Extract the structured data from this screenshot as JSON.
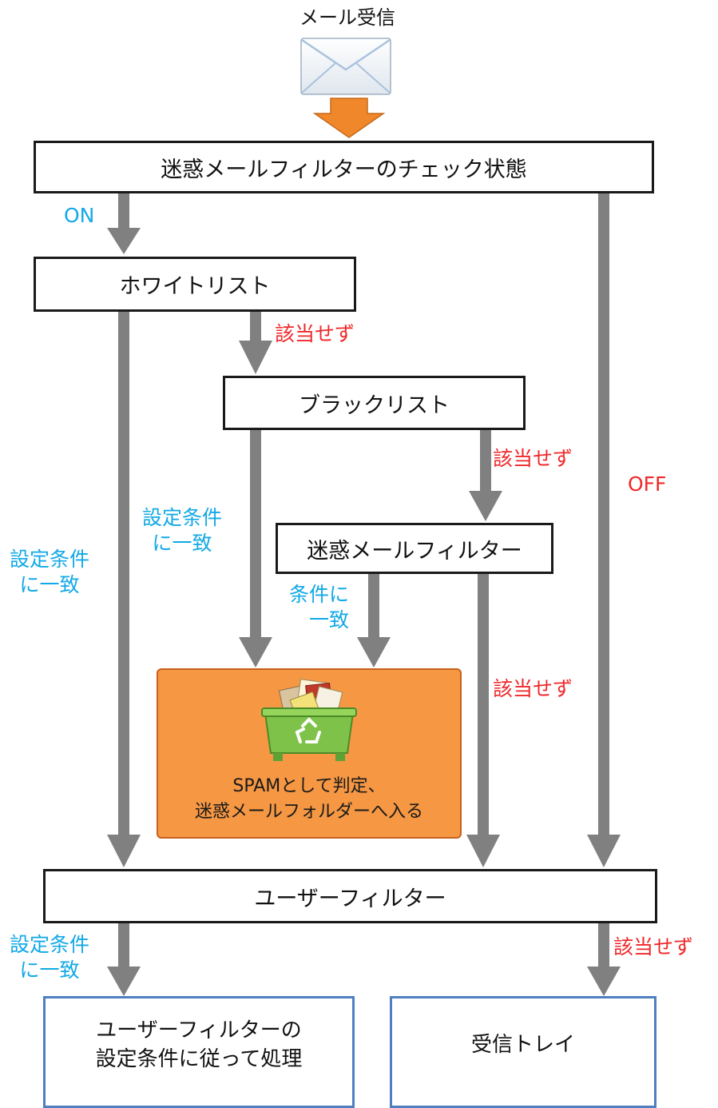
{
  "start": {
    "title": "メール受信",
    "icon": "envelope-icon"
  },
  "boxes": {
    "check_state": "迷惑メールフィルターのチェック状態",
    "whitelist": "ホワイトリスト",
    "blacklist": "ブラックリスト",
    "spam_filter": "迷惑メールフィルター",
    "spam_result": {
      "line1": "SPAMとして判定、",
      "line2": "迷惑メールフォルダーへ入る",
      "icon": "trash-bin-icon"
    },
    "user_filter": "ユーザーフィルター",
    "process": {
      "line1": "ユーザーフィルターの",
      "line2": "設定条件に従って処理"
    },
    "inbox": "受信トレイ"
  },
  "labels": {
    "on": "ON",
    "off": "OFF",
    "no_match": "該当せず",
    "match_settings": {
      "line1": "設定条件",
      "line2": "に一致"
    },
    "match_conditions": {
      "line1": "条件に",
      "line2": "一致"
    }
  },
  "colors": {
    "arrow": "#808080",
    "entry_arrow": "#f0872a",
    "label_match": "#12a9e6",
    "label_nomatch": "#f0282a",
    "spam_box": "#f59743"
  }
}
